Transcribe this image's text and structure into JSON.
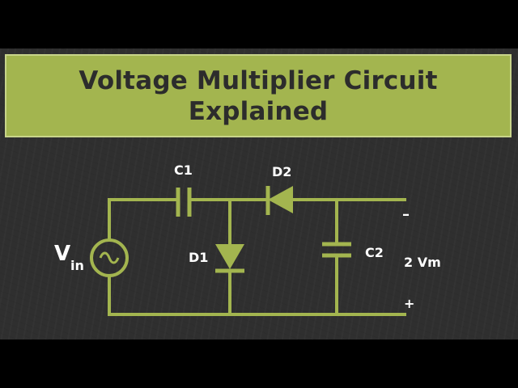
{
  "title": {
    "line1": "Voltage Multiplier Circuit",
    "line2": "Explained"
  },
  "labels": {
    "c1": "C1",
    "d2": "D2",
    "d1": "D1",
    "c2": "C2",
    "vin_main": "V",
    "vin_sub": "in",
    "output": "2 Vm",
    "minus": "–",
    "plus": "+"
  },
  "colors": {
    "banner": "#a3b54f",
    "wire": "#a3b54f",
    "board": "#2f2f2f",
    "text": "#ffffff",
    "title_text": "#2c2c2c"
  },
  "icons": {
    "source": "ac-source-icon",
    "diode": "diode-icon",
    "capacitor": "capacitor-icon"
  }
}
